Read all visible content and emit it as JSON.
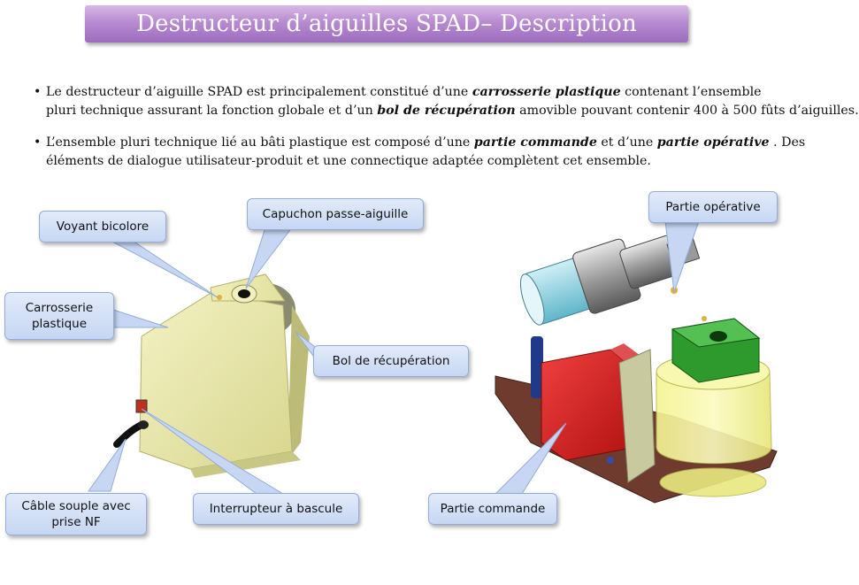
{
  "title": "Destructeur d’aiguilles SPAD– Description",
  "paragraph1": {
    "line1_a": "Le destructeur d’aiguille SPAD est principalement constitué d’une ",
    "line1_em": "carrosserie plastique",
    "line1_b": " contenant l’ensemble",
    "line2_a": "pluri technique assurant la fonction globale et d’un ",
    "line2_em": "bol de récupération",
    "line2_b": " amovible pouvant contenir 400 à 500 fûts d’aiguilles."
  },
  "paragraph2": {
    "line1_a": "L’ensemble pluri technique lié au bâti plastique est composé d’une ",
    "line1_em1": "partie commande",
    "line1_mid": " et d’une ",
    "line1_em2": "partie opérative",
    "line1_b": " . Des",
    "line2": "éléments de dialogue utilisateur-produit et une connectique adaptée complètent cet ensemble."
  },
  "callouts": {
    "voyant": "Voyant bicolore",
    "capuchon": "Capuchon passe-aiguille",
    "carrosserie": "Carrosserie plastique",
    "bol": "Bol de récupération",
    "cable": "Câble souple avec prise NF",
    "interrupteur": "Interrupteur à bascule",
    "operative": "Partie opérative",
    "commande": "Partie commande"
  },
  "colors": {
    "title_bg": "#b78bd0",
    "callout_bg": "#c6d6f3",
    "body_yellow": "#e8e6a8",
    "transformer_red": "#d92020",
    "head_green": "#2e9a2e",
    "base_brown": "#6e3b2e"
  }
}
